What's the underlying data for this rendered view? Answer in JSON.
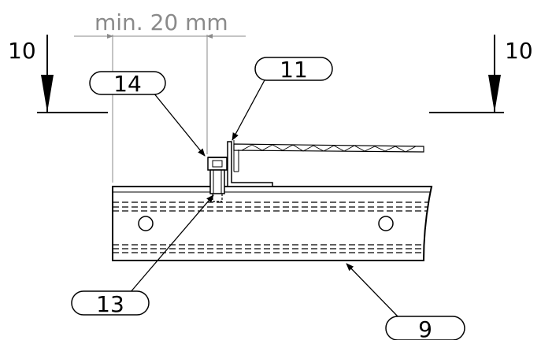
{
  "dimension": {
    "text": "min. 20 mm"
  },
  "section_marks": {
    "left": "10",
    "right": "10"
  },
  "balloons": [
    {
      "id": "balloon-14",
      "label": "14"
    },
    {
      "id": "balloon-11",
      "label": "11"
    },
    {
      "id": "balloon-13",
      "label": "13"
    },
    {
      "id": "balloon-9",
      "label": "9"
    }
  ],
  "colors": {
    "line": "#000000",
    "dimension": "#8a8a8a",
    "background": "#ffffff"
  }
}
